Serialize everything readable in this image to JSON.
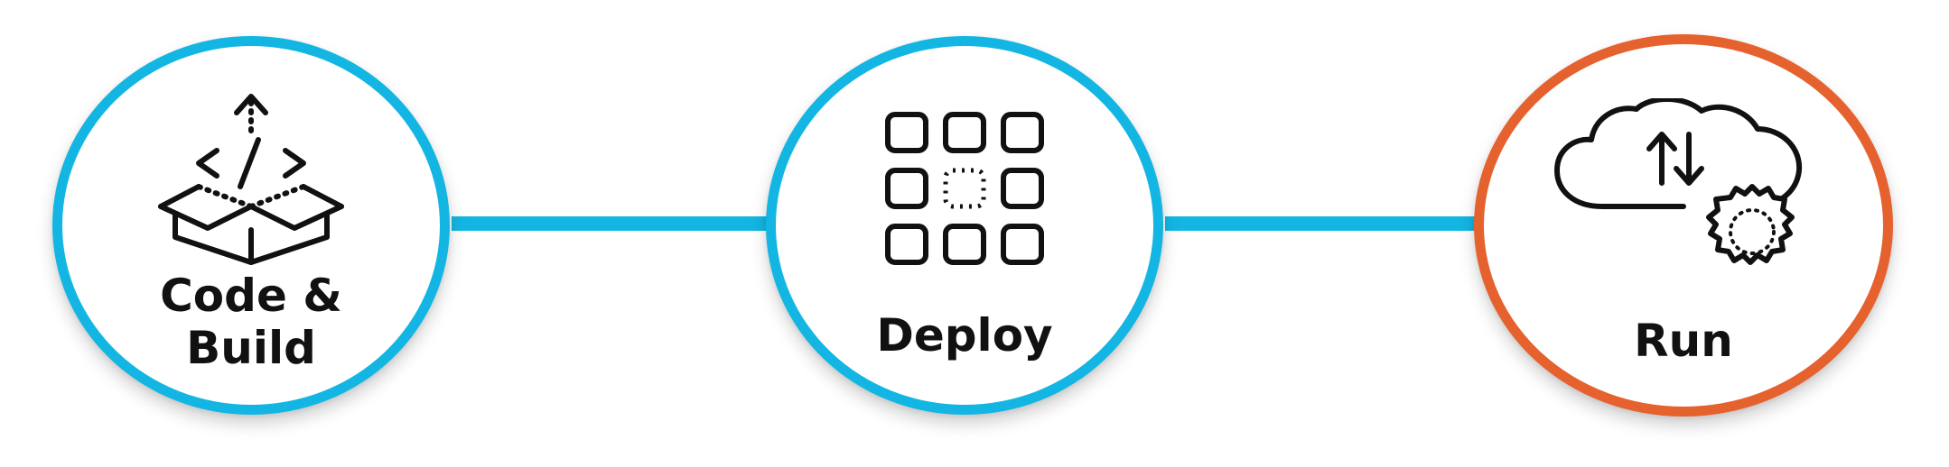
{
  "colors": {
    "primary": "#13b6e2",
    "highlight": "#e5612d",
    "text": "#111111"
  },
  "steps": [
    {
      "label_line1": "Code &",
      "label_line2": "Build",
      "icon": "open-box-code-icon",
      "border_color": "#13b6e2"
    },
    {
      "label_line1": "Deploy",
      "label_line2": "",
      "icon": "container-grid-icon",
      "border_color": "#13b6e2"
    },
    {
      "label_line1": "Run",
      "label_line2": "",
      "icon": "cloud-gear-icon",
      "border_color": "#e5612d"
    }
  ]
}
